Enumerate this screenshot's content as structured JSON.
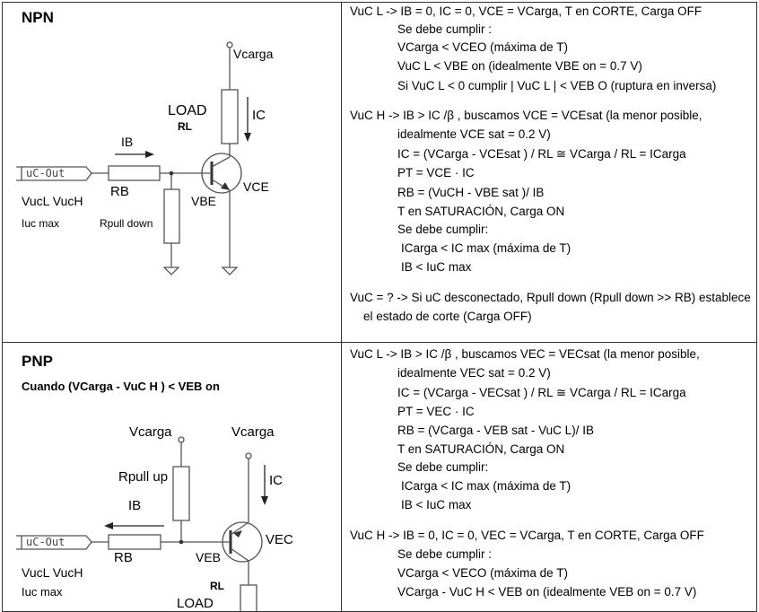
{
  "npn": {
    "title": "NPN",
    "labels": {
      "vcarga": "Vcarga",
      "load": "LOAD",
      "rl": "RL",
      "ic": "IC",
      "ib": "IB",
      "uc_out": "uC-Out",
      "rb": "RB",
      "vce": "VCE",
      "vbe": "VBE",
      "vucl_vuch": "VucL VucH",
      "iuc_max": "Iuc max",
      "rpull_down": "Rpull down"
    },
    "lines": [
      "VuC L -> IB = 0, IC = 0, VCE = VCarga,  T en CORTE, Carga OFF",
      "Se debe cumplir :",
      "VCarga < VCEO (máxima de T)",
      "VuC L < VBE on  (idealmente VBE on = 0.7 V)",
      "Si VuC L < 0   cumplir  | VuC L | < VEB O (ruptura en inversa)",
      "VuC H -> IB > IC /β , buscamos VCE = VCEsat  (la menor posible,",
      "idealmente VCE sat = 0.2 V)",
      "IC =  (VCarga - VCEsat ) / RL ≅ VCarga / RL = ICarga",
      "PT = VCE · IC",
      "RB = (VuCH - VBE sat )/ IB",
      "T en SATURACIÓN, Carga ON",
      "Se debe cumplir:",
      "ICarga < IC max (máxima de T)",
      "IB < IuC max",
      "VuC = ? -> Si uC desconectado, Rpull down (Rpull down >> RB) establece",
      "el estado de corte (Carga OFF)"
    ]
  },
  "pnp": {
    "title": "PNP",
    "condition": "Cuando (VCarga - VuC H ) < VEB on",
    "labels": {
      "vcarga_1": "Vcarga",
      "vcarga_2": "Vcarga",
      "rpull_up": "Rpull up",
      "ib": "IB",
      "ic": "IC",
      "uc_out": "uC-Out",
      "rb": "RB",
      "veb": "VEB",
      "vec": "VEC",
      "rl": "RL",
      "load": "LOAD",
      "vucl_vuch": "VucL VucH",
      "iuc_max": "Iuc max"
    },
    "lines": [
      "VuC L -> IB > IC /β , buscamos VEC = VECsat  (la menor posible,",
      "idealmente VEC sat = 0.2 V)",
      "IC =  (VCarga - VECsat ) / RL ≅ VCarga / RL = ICarga",
      "PT = VEC · IC",
      "RB = (VCarga - VEB sat - VuC L)/ IB",
      "T en SATURACIÓN, Carga ON",
      "Se debe cumplir:",
      "ICarga < IC max (máxima de T)",
      "IB < IuC max",
      "VuC H -> IB = 0, IC = 0, VEC = VCarga,  T en CORTE, Carga OFF",
      "Se debe cumplir :",
      "VCarga < VECO (máxima de T)",
      "VCarga - VuC H < VEB on  (idealmente VEB on = 0.7 V)"
    ]
  }
}
